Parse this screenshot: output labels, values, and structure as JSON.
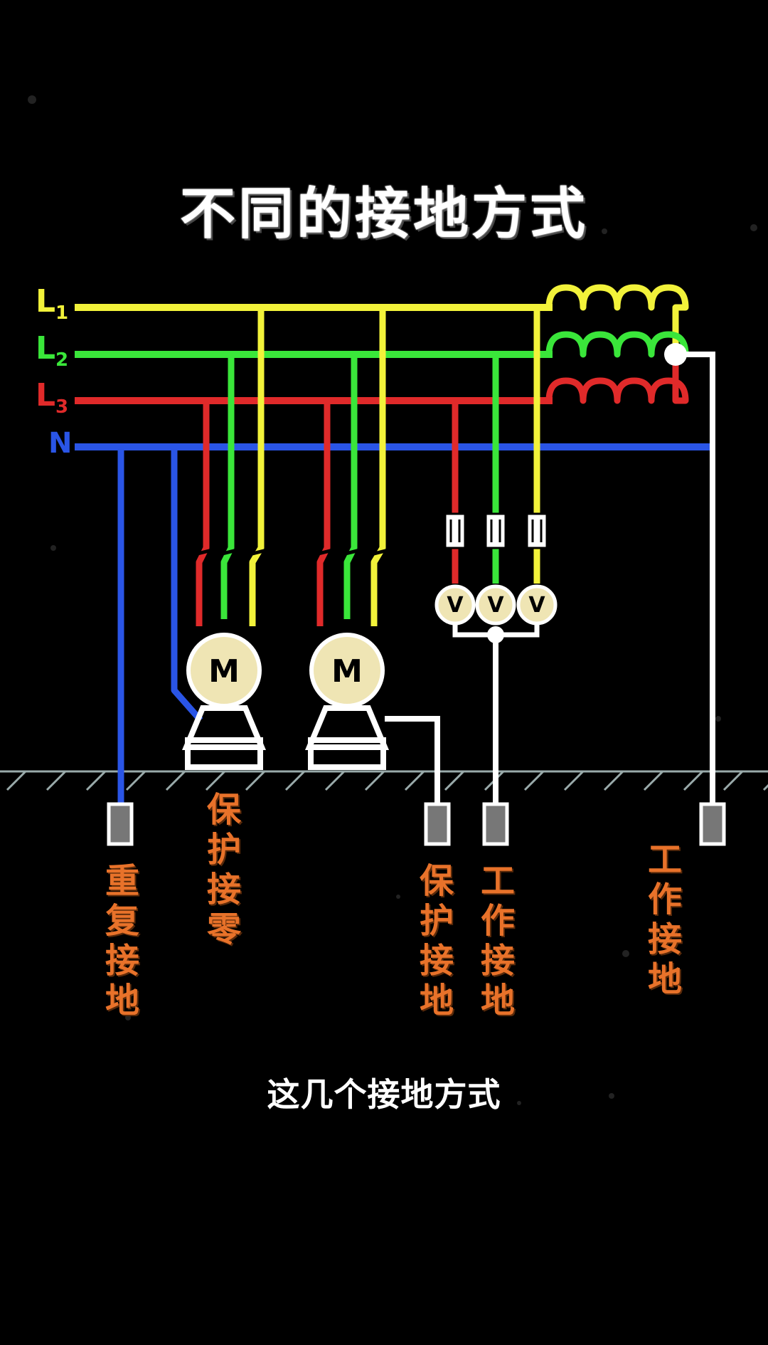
{
  "title": "不同的接地方式",
  "subtitle": "这几个接地方式",
  "buses": [
    {
      "id": "L1",
      "letter": "L",
      "sub": "1",
      "color": "#f2f23a"
    },
    {
      "id": "L2",
      "letter": "L",
      "sub": "2",
      "color": "#3ae63a"
    },
    {
      "id": "L3",
      "letter": "L",
      "sub": "3",
      "color": "#e02a2a"
    },
    {
      "id": "N",
      "letter": "N",
      "sub": "",
      "color": "#2a55e6"
    }
  ],
  "motor_label": "M",
  "meter_label": "V",
  "ground_labels": {
    "repeat": "重复接地",
    "protective_neutral": "保护接零",
    "protective_earth": "保护接地",
    "working_1": "工作接地",
    "working_2": "工作接地"
  },
  "colors": {
    "bg": "#000000",
    "earth_wire": "#ffffff",
    "label": "#e8722a",
    "component_fill": "#efe5b4"
  }
}
